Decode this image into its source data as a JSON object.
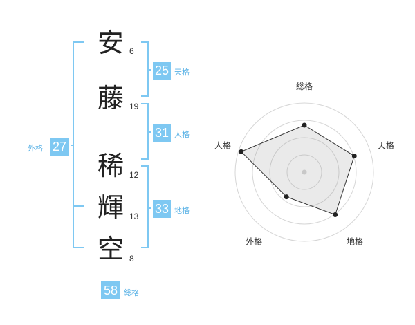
{
  "name": {
    "chars": [
      {
        "char": "安",
        "strokes": "6"
      },
      {
        "char": "藤",
        "strokes": "19"
      },
      {
        "char": "稀",
        "strokes": "12"
      },
      {
        "char": "輝",
        "strokes": "13"
      },
      {
        "char": "空",
        "strokes": "8"
      }
    ]
  },
  "scores": {
    "tenkaku": {
      "value": "25",
      "label": "天格"
    },
    "jinkaku": {
      "value": "31",
      "label": "人格"
    },
    "chikaku": {
      "value": "33",
      "label": "地格"
    },
    "gaikaku": {
      "value": "27",
      "label": "外格"
    },
    "soukaku": {
      "value": "58",
      "label": "総格"
    }
  },
  "colors": {
    "accent": "#7ec8f2",
    "accent_text": "#5ab2e6",
    "bracket": "#7ec8f2"
  },
  "chart_data": {
    "type": "radar",
    "axes": [
      "総格",
      "天格",
      "地格",
      "外格",
      "人格"
    ],
    "values": [
      0.68,
      0.76,
      0.76,
      0.44,
      0.96
    ],
    "scale_max": 1,
    "rings": 4
  }
}
